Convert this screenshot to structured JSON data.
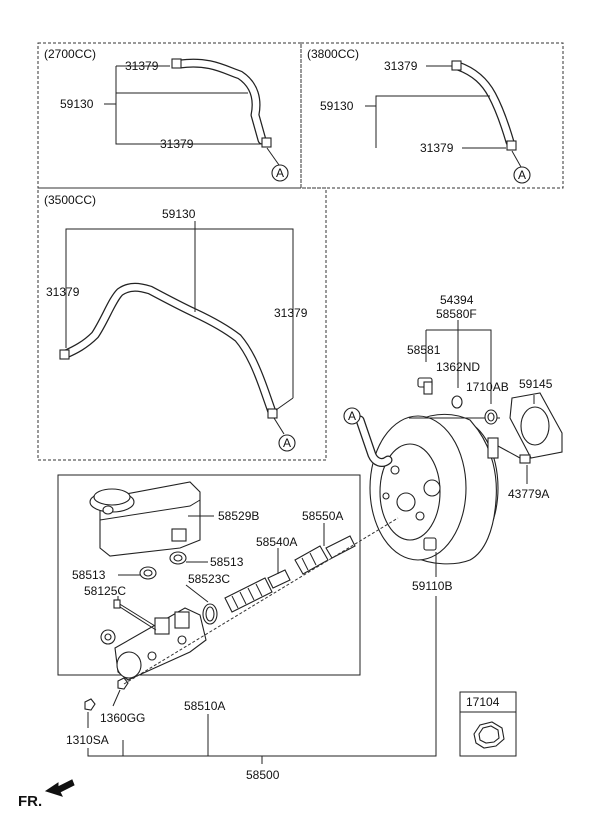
{
  "sections": {
    "s2700": "(2700CC)",
    "s3800": "(3800CC)",
    "s3500": "(3500CC)"
  },
  "labels": {
    "p31379": "31379",
    "p59130": "59130",
    "p54394": "54394",
    "p58580F": "58580F",
    "p58581": "58581",
    "p1362ND": "1362ND",
    "p1710AB": "1710AB",
    "p59145": "59145",
    "p43779A": "43779A",
    "p59110B": "59110B",
    "p58529B": "58529B",
    "p58550A": "58550A",
    "p58540A": "58540A",
    "p58513": "58513",
    "p58523C": "58523C",
    "p58125C": "58125C",
    "p1360GG": "1360GG",
    "p58510A": "58510A",
    "p1310SA": "1310SA",
    "p58500": "58500",
    "p17104": "17104",
    "connector": "A",
    "fr": "FR."
  },
  "colors": {
    "line": "#222222",
    "background": "#ffffff"
  }
}
